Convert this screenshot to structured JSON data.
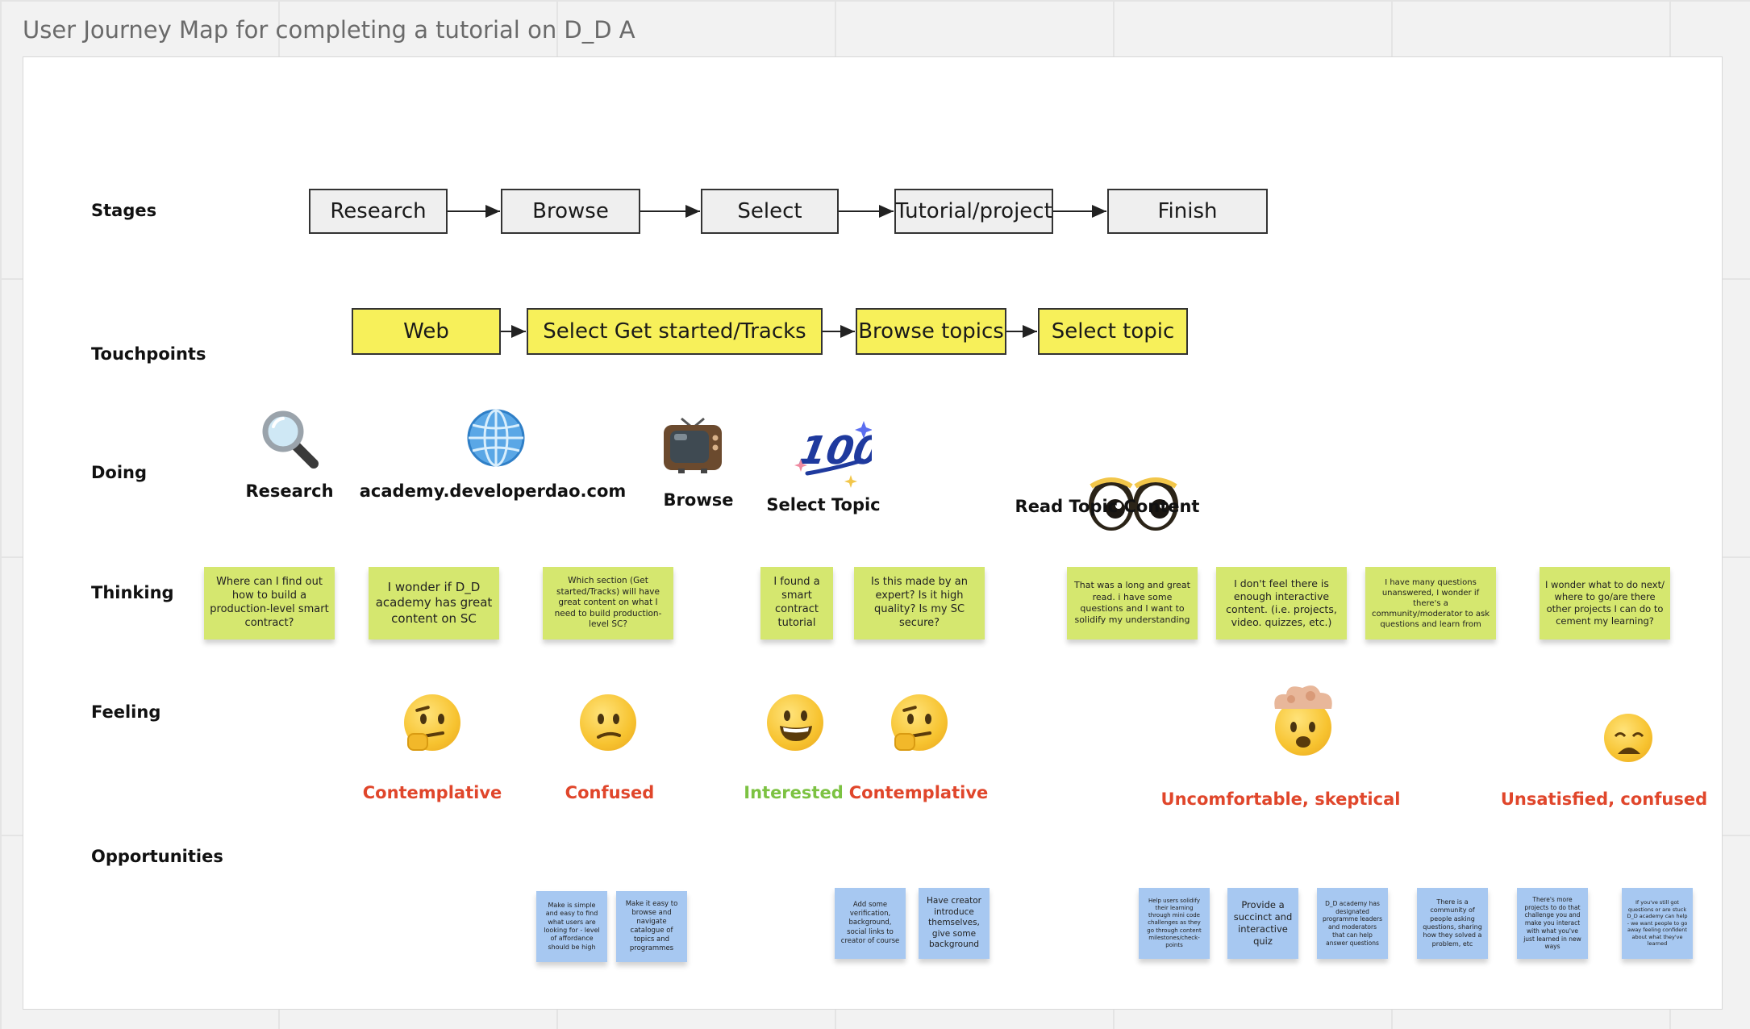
{
  "title": "User Journey Map for completing a tutorial on D_D A",
  "rows": {
    "stages": "Stages",
    "touchpoints": "Touchpoints",
    "doing": "Doing",
    "thinking": "Thinking",
    "feeling": "Feeling",
    "opportunities": "Opportunities"
  },
  "stages": [
    "Research",
    "Browse",
    "Select",
    "Tutorial/project",
    "Finish"
  ],
  "touchpoints": [
    "Web",
    "Select Get started/Tracks",
    "Browse topics",
    "Select topic"
  ],
  "doing": [
    {
      "label": "Research",
      "icon": "magnifying-glass-icon"
    },
    {
      "label": "academy.developerdao.com",
      "icon": "globe-icon"
    },
    {
      "label": "Browse",
      "icon": "television-icon"
    },
    {
      "label": "Select Topic",
      "icon": "hundred-points-icon"
    },
    {
      "label": "Read Topic Content",
      "icon": "eyes-icon"
    }
  ],
  "thinking": [
    "Where can I find out how to build a production-level smart contract?",
    "I wonder if D_D academy has great content on SC",
    "Which section (Get started/Tracks) will have great content on what I need to build production-level SC?",
    "I found a smart contract tutorial",
    "Is this made by an expert? Is it high quality? Is my SC secure?",
    "That was a long and great read. i have some questions and I want to solidify my understanding",
    "I don't feel there is enough interactive content. (i.e. projects, video. quizzes, etc.)",
    "I have many questions unanswered, I wonder if there's a community/moderator to ask questions and learn from",
    "I wonder what to do next/ where to go/are there other projects I can do to cement my learning?"
  ],
  "feeling": [
    {
      "label": "Contemplative",
      "color": "#e0462b",
      "icon": "thinking-face-icon"
    },
    {
      "label": "Confused",
      "color": "#e0462b",
      "icon": "confused-face-icon"
    },
    {
      "label": "Interested",
      "color": "#7cc242",
      "icon": "grinning-face-icon"
    },
    {
      "label": "Contemplative",
      "color": "#e0462b",
      "icon": "thinking-face-icon"
    },
    {
      "label": "Uncomfortable, skeptical",
      "color": "#e0462b",
      "icon": "exploding-head-icon"
    },
    {
      "label": "Unsatisfied, confused",
      "color": "#e0462b",
      "icon": "weary-face-icon"
    }
  ],
  "opportunities": [
    "Make is simple and easy to find what users are looking for - level of affordance should be high",
    "Make it easy to browse and navigate catalogue of topics and programmes",
    "Add some verification, background, social links to creator of course",
    "Have creator introduce themselves, give some background",
    "Help users solidify their learning through mini code challenges as they go through content milestones/check-points",
    "Provide a succinct and interactive quiz",
    "D_D academy has designated programme leaders and moderators that can help answer questions",
    "There is a community of people asking questions, sharing how they solved a problem, etc",
    "There's more projects to do that challenge you and make you interact with what you've just learned in new ways",
    "If you've still got questions or are stuck D_D academy can help - we want people to go away feeling confident about what they've learned"
  ]
}
